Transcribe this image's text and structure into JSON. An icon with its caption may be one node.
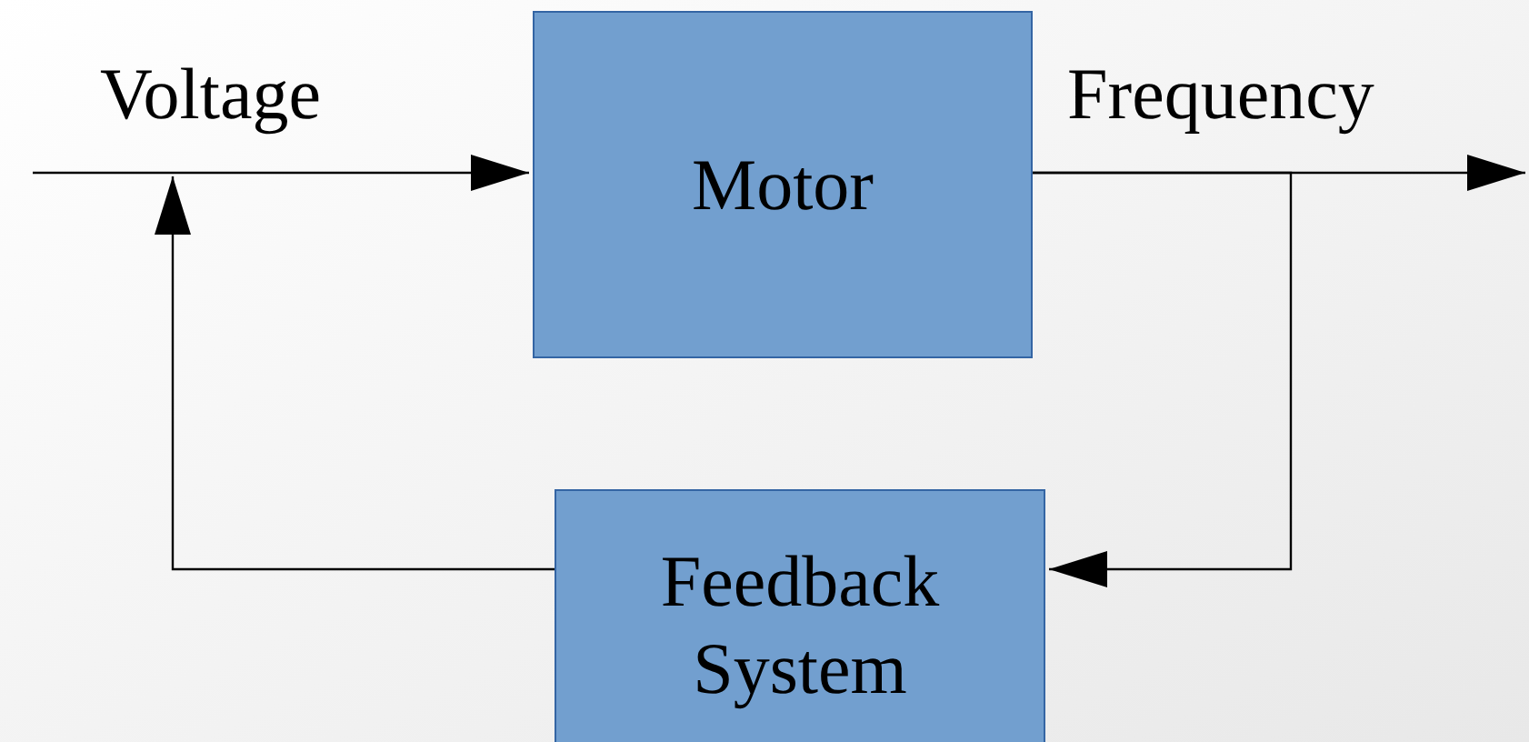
{
  "diagram": {
    "nodes": [
      {
        "text": [
          "Motor"
        ]
      },
      {
        "text": [
          "Feedback System"
        ]
      }
    ],
    "edges": [
      {
        "from": null,
        "to": 0,
        "arrow": "to",
        "label": "Voltage"
      },
      {
        "from": 0,
        "to": null,
        "arrow": "to",
        "label": "Frequency"
      },
      {
        "from": 0,
        "to": 1,
        "arrow": "to"
      },
      {
        "from": 1,
        "to": null,
        "arrow": "to"
      }
    ]
  }
}
